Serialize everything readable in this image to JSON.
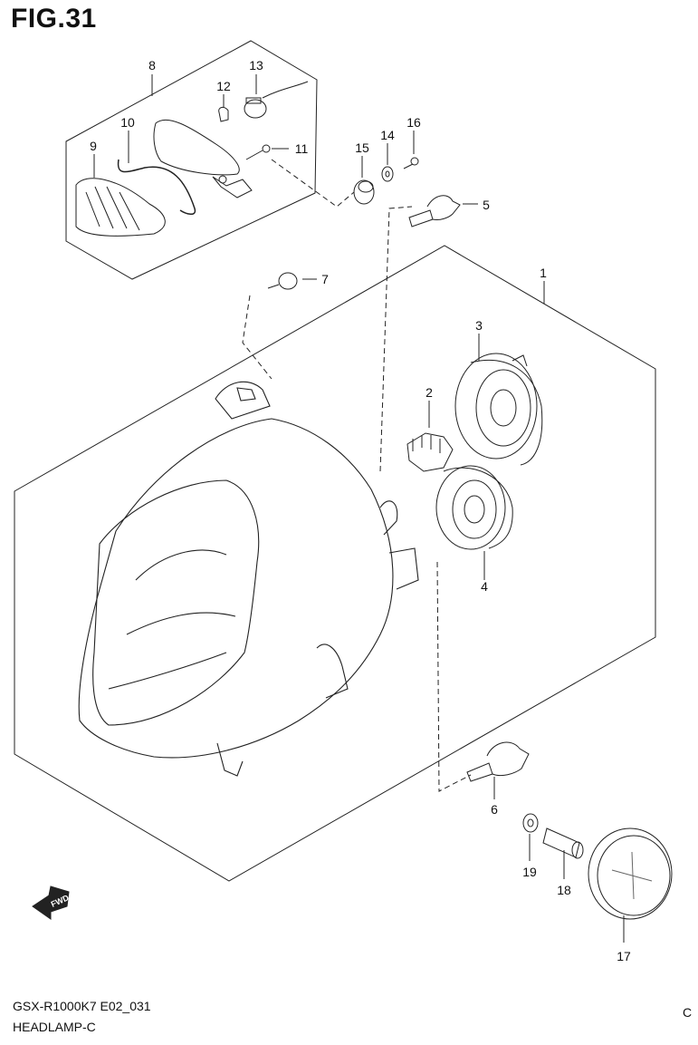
{
  "figure": {
    "title": "FIG.31"
  },
  "callouts": [
    {
      "id": "part-1",
      "label": "1"
    },
    {
      "id": "part-2",
      "label": "2"
    },
    {
      "id": "part-3",
      "label": "3"
    },
    {
      "id": "part-4",
      "label": "4"
    },
    {
      "id": "part-5",
      "label": "5"
    },
    {
      "id": "part-6",
      "label": "6"
    },
    {
      "id": "part-7",
      "label": "7"
    },
    {
      "id": "part-8",
      "label": "8"
    },
    {
      "id": "part-9",
      "label": "9"
    },
    {
      "id": "part-10",
      "label": "10"
    },
    {
      "id": "part-11",
      "label": "11"
    },
    {
      "id": "part-12",
      "label": "12"
    },
    {
      "id": "part-13",
      "label": "13"
    },
    {
      "id": "part-14",
      "label": "14"
    },
    {
      "id": "part-15",
      "label": "15"
    },
    {
      "id": "part-16",
      "label": "16"
    },
    {
      "id": "part-17",
      "label": "17"
    },
    {
      "id": "part-18",
      "label": "18"
    },
    {
      "id": "part-19",
      "label": "19"
    }
  ],
  "direction_arrow": {
    "label": "FWD"
  },
  "footer": {
    "model_code": "GSX-R1000K7 E02_031",
    "section_name": "HEADLAMP-C",
    "corner_mark": "C"
  }
}
